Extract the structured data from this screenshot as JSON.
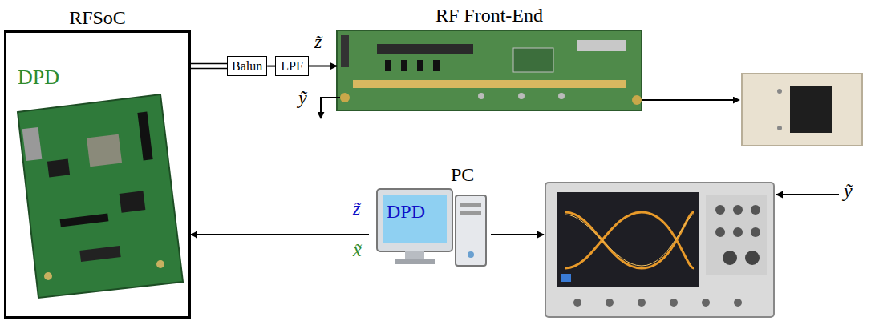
{
  "diagram": {
    "nodes": [
      {
        "text": [
          "RFSoC",
          "DPD"
        ]
      },
      {
        "text": [
          "Balun"
        ]
      },
      {
        "text": [
          "LPF"
        ]
      },
      {
        "text": [
          "RF Front-End"
        ]
      },
      {
        "text": [
          "PC",
          "DPD"
        ]
      }
    ],
    "edges": [
      {
        "from": 0,
        "to": 1,
        "arrow": "none"
      },
      {
        "from": 1,
        "to": 2,
        "arrow": "none"
      },
      {
        "from": 2,
        "to": 3,
        "arrow": "to"
      },
      {
        "from": 4,
        "to": 0,
        "arrow": "to"
      }
    ],
    "labels": [
      "z̃",
      "ỹ",
      "z̃",
      "x̃",
      "ỹ"
    ]
  }
}
